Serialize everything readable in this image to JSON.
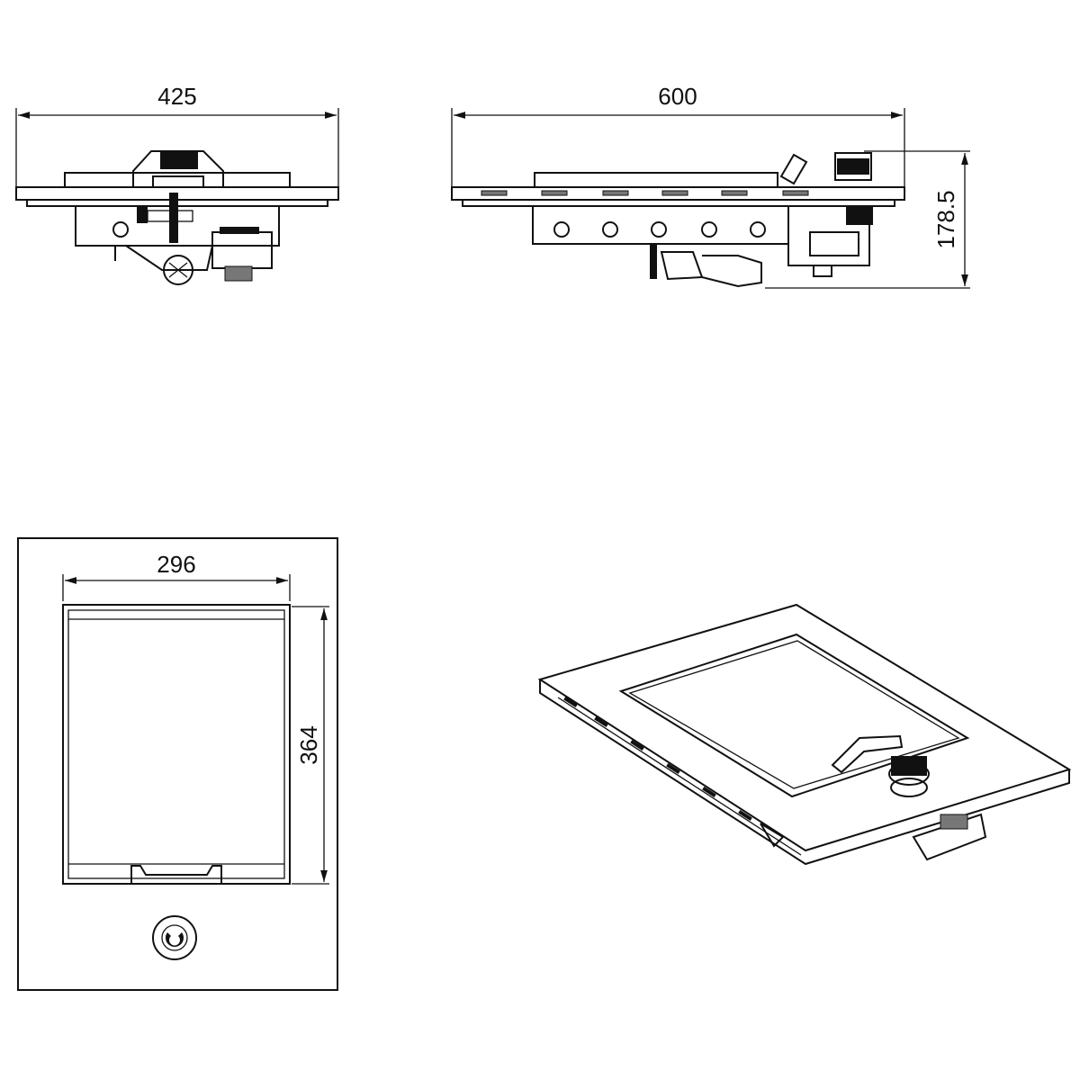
{
  "dimensions": {
    "front_width": "425",
    "side_width": "600",
    "side_height": "178.5",
    "top_inner_width": "296",
    "top_inner_depth": "364"
  },
  "colors": {
    "line": "#111111",
    "background": "#ffffff"
  }
}
